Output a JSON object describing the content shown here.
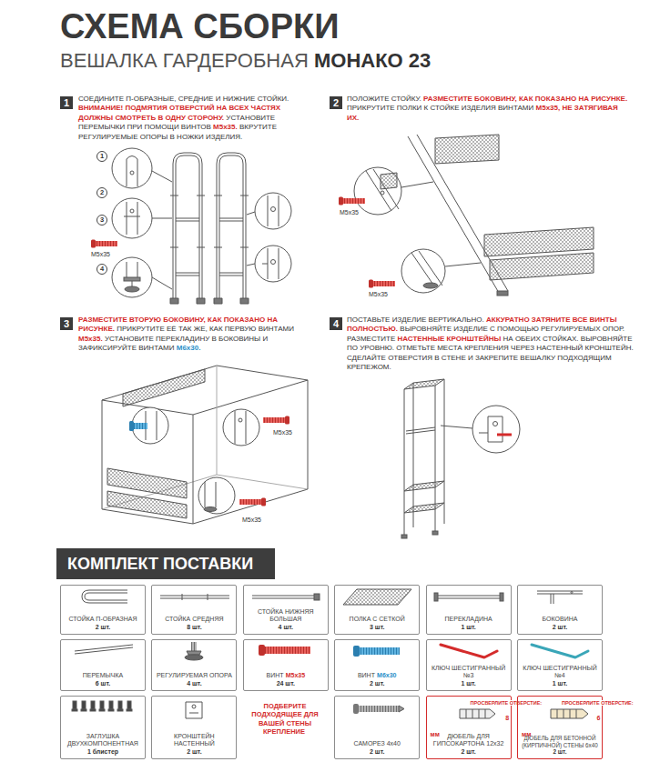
{
  "diagram": {
    "title": "СХЕМА СБОРКИ",
    "nodes": [
      {
        "text": [
          "1"
        ]
      },
      {
        "text": [
          "1"
        ]
      },
      {
        "text": [
          "2"
        ]
      },
      {
        "text": [
          "3"
        ]
      },
      {
        "text": [
          "4"
        ]
      },
      {
        "text": [
          "2"
        ]
      },
      {
        "text": [
          "3"
        ]
      },
      {
        "text": [
          "4"
        ]
      },
      {
        "text": [
          "КОМПЛЕКТ ПОСТАВКИ"
        ]
      },
      {
        "text": [
          "СТОЙКА П-ОБРАЗНАЯ",
          "2 шт."
        ]
      },
      {
        "text": [
          "СТОЙКА СРЕДНЯЯ",
          "8 шт."
        ]
      },
      {
        "text": [
          "СТОЙКА НИЖНЯЯ БОЛЬШАЯ",
          "4 шт."
        ]
      },
      {
        "text": [
          "ПОЛКА С СЕТКОЙ",
          "3 шт."
        ]
      },
      {
        "text": [
          "ПЕРЕКЛАДИНА",
          "1 шт."
        ]
      },
      {
        "text": [
          "БОКОВИНА",
          "2 шт."
        ]
      },
      {
        "text": [
          "ПЕРЕМЫЧКА",
          "6 шт."
        ]
      },
      {
        "text": [
          "РЕГУЛИРУЕМАЯ ОПОРА",
          "4 шт."
        ]
      },
      {
        "text": [
          "ВИНТ",
          "М5х35",
          "24 шт."
        ]
      },
      {
        "text": [
          "ВИНТ",
          "М6х30",
          "2 шт."
        ]
      },
      {
        "text": [
          "КЛЮЧ ШЕСТИГРАННЫЙ №3",
          "1 шт."
        ]
      },
      {
        "text": [
          "КЛЮЧ ШЕСТИГРАННЫЙ №4",
          "1 шт."
        ]
      },
      {
        "text": [
          "ЗАГЛУШКА ДВУХКОМПОНЕНТНАЯ",
          "1 блистер"
        ]
      },
      {
        "text": [
          "КРОНШТЕЙН НАСТЕННЫЙ",
          "2 шт."
        ]
      },
      {
        "text": [
          "САМОРЕЗ 4х40",
          "2 шт."
        ]
      },
      {
        "text": [
          "ПРОСВЕРЛИТЕ ОТВЕРСТИЕ:",
          "8 мм",
          "ДЮБЕЛЬ ДЛЯ ГИПСОКАРТОНА 12х32",
          "2 шт."
        ]
      },
      {
        "text": [
          "ПРОСВЕРЛИТЕ ОТВЕРСТИЕ:",
          "6 мм",
          "ДЮБЕЛЬ ДЛЯ БЕТОННОЙ (КИРПИЧНОЙ) СТЕНЫ 6х40",
          "2 шт."
        ]
      }
    ],
    "labels": [
      "ВЕШАЛКА ГАРДЕРОБНАЯ",
      "МОНАКО 23",
      "СОЕДИНИТЕ П-ОБРАЗНЫЕ, СРЕДНИЕ И НИЖНИЕ СТОЙКИ.",
      "ВНИМАНИЕ! ПОДМЯТИЯ ОТВЕРСТИЙ НА ВСЕХ ЧАСТЯХ ДОЛЖНЫ СМОТРЕТЬ В ОДНУ СТОРОНУ.",
      "УСТАНОВИТЕ ПЕРЕМЫЧКИ ПРИ ПОМОЩИ ВИНТОВ",
      "М5х35.",
      "ВКРУТИТЕ РЕГУЛИРУЕМЫЕ ОПОРЫ В НОЖКИ ИЗДЕЛИЯ.",
      "ПОЛОЖИТЕ СТОЙКУ.",
      "РАЗМЕСТИТЕ БОКОВИНУ, КАК ПОКАЗАНО НА РИСУНКЕ.",
      "ПРИКРУТИТЕ ПОЛКИ К СТОЙКЕ ИЗДЕЛИЯ ВИНТАМИ",
      "М5х35, НЕ ЗАТЯГИВАЯ ИХ.",
      "РАЗМЕСТИТЕ ВТОРУЮ БОКОВИНУ, КАК ПОКАЗАНО НА РИСУНКЕ.",
      "ПРИКРУТИТЕ ЕЁ ТАК ЖЕ, КАК ПЕРВУЮ ВИНТАМИ",
      "М5х35.",
      "УСТАНОВИТЕ ПЕРЕКЛАДИНУ В БОКОВИНЫ И ЗАФИКСИРУЙТЕ ВИНТАМИ",
      "М6х30.",
      "ПОСТАВЬТЕ ИЗДЕЛИЕ ВЕРТИКАЛЬНО.",
      "АККУРАТНО ЗАТЯНИТЕ ВСЕ ВИНТЫ ПОЛНОСТЬЮ.",
      "ВЫРОВНЯЙТЕ ИЗДЕЛИЕ С ПОМОЩЬЮ РЕГУЛИРУЕМЫХ ОПОР. РАЗМЕСТИТЕ",
      "НАСТЕННЫЕ КРОНШТЕЙНЫ",
      "НА ОБЕИХ СТОЙКАХ. ВЫРОВНЯЙТЕ ПО УРОВНЮ. ОТМЕТЬТЕ МЕСТА КРЕПЛЕНИЯ ЧЕРЕЗ НАСТЕННЫЙ КРОНШТЕЙН. СДЕЛАЙТЕ ОТВЕРСТИЯ В СТЕНЕ И ЗАКРЕПИТЕ ВЕШАЛКУ ПОДХОДЯЩИМ КРЕПЕЖОМ.",
      "M5x35",
      "M5x35",
      "M5x35",
      "M5x35",
      "M5x35",
      "ПОДБЕРИТЕ ПОДХОДЯЩЕЕ ДЛЯ ВАШЕЙ СТЕНЫ КРЕПЛЕНИЕ"
    ]
  }
}
